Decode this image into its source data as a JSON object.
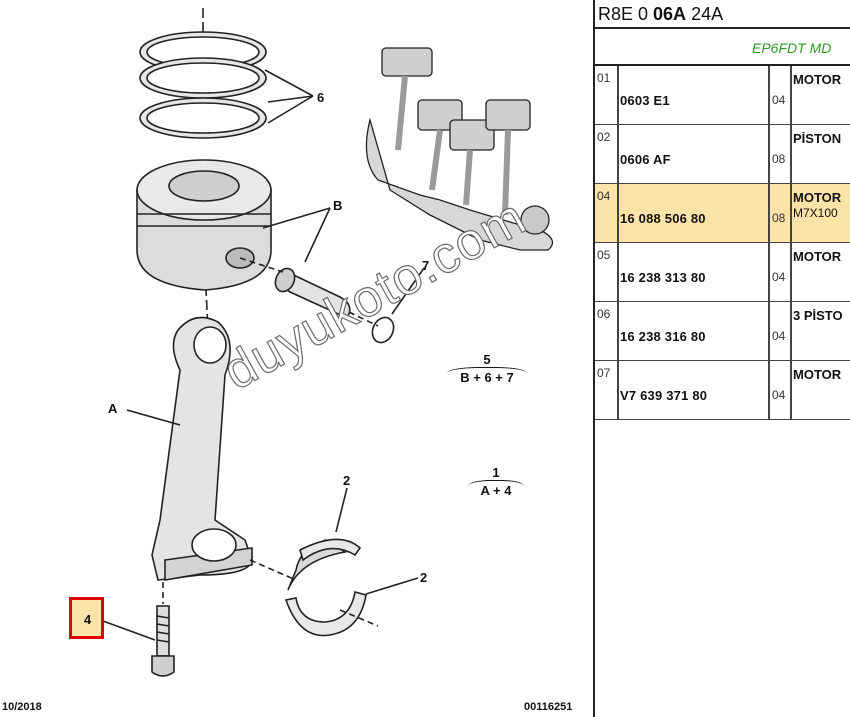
{
  "header": {
    "model_code_prefix": "R8E 0 ",
    "model_code_bold": "06A",
    "model_code_suffix": " 24A",
    "engine": "EP6FDT MD"
  },
  "parts": [
    {
      "index": "01",
      "reference": "0603 E1",
      "quantity": "04",
      "description": "MOTOR",
      "detail": "",
      "selected": false
    },
    {
      "index": "02",
      "reference": "0606 AF",
      "quantity": "08",
      "description": "PİSTON",
      "detail": "",
      "selected": false
    },
    {
      "index": "04",
      "reference": "16 088 506 80",
      "quantity": "08",
      "description": "MOTOR",
      "detail": "M7X100",
      "selected": true
    },
    {
      "index": "05",
      "reference": "16 238 313 80",
      "quantity": "04",
      "description": "MOTOR",
      "detail": "",
      "selected": false
    },
    {
      "index": "06",
      "reference": "16 238 316 80",
      "quantity": "04",
      "description": "3 PİSTO",
      "detail": "",
      "selected": false
    },
    {
      "index": "07",
      "reference": "V7 639 371 80",
      "quantity": "04",
      "description": "MOTOR",
      "detail": "",
      "selected": false
    }
  ],
  "diagram": {
    "callouts": {
      "rings": "6",
      "piston": "B",
      "clip": "7",
      "rod": "A",
      "bearing_upper": "2",
      "bearing_lower": "2",
      "bolt": "4"
    },
    "formula_5": {
      "number": "5",
      "expr": "B + 6 + 7"
    },
    "formula_1": {
      "number": "1",
      "expr": "A + 4"
    },
    "date": "10/2018",
    "drawing_number": "00116251",
    "watermark": "duyukoto.com"
  },
  "colors": {
    "highlight": "#fce4a8",
    "highlight_border": "#e00000",
    "engine_text": "#2e9b22"
  }
}
